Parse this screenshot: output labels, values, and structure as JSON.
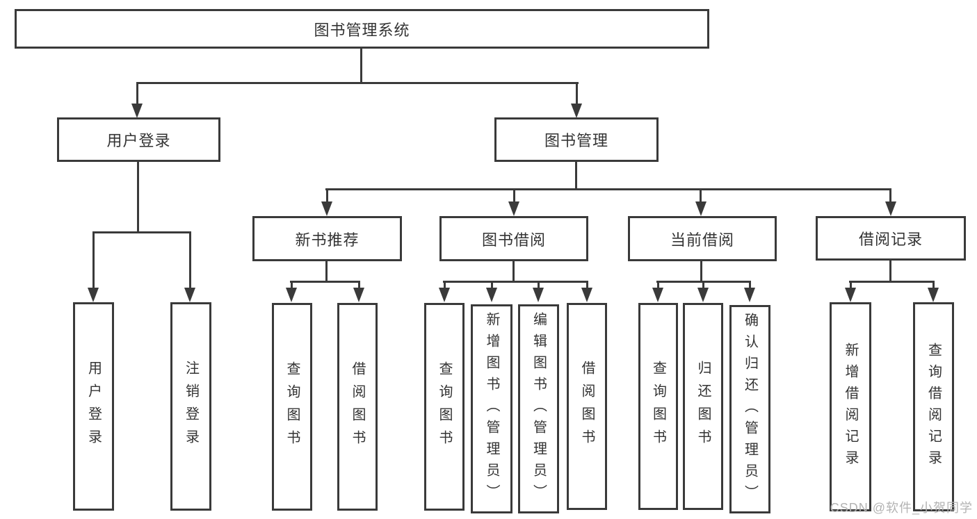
{
  "watermark": "CSDN @软件_小贺同学",
  "colors": {
    "line": "#3a3a3a",
    "text": "#333333",
    "background": "#ffffff",
    "watermark": "#b3b3b3"
  },
  "chart_type": "hierarchy-diagram",
  "tree": {
    "label": "图书管理系统",
    "children": [
      {
        "label": "用户登录",
        "children": [
          {
            "label": "用户登录"
          },
          {
            "label": "注销登录"
          }
        ]
      },
      {
        "label": "图书管理",
        "children": [
          {
            "label": "新书推荐",
            "children": [
              {
                "label": "查询图书"
              },
              {
                "label": "借阅图书"
              }
            ]
          },
          {
            "label": "图书借阅",
            "children": [
              {
                "label": "查询图书"
              },
              {
                "label": "新增图书（管理员）"
              },
              {
                "label": "编辑图书（管理员）"
              },
              {
                "label": "借阅图书"
              }
            ]
          },
          {
            "label": "当前借阅",
            "children": [
              {
                "label": "查询图书"
              },
              {
                "label": "归还图书"
              },
              {
                "label": "确认归还（管理员）"
              }
            ]
          },
          {
            "label": "借阅记录",
            "children": [
              {
                "label": "新增借阅记录"
              },
              {
                "label": "查询借阅记录"
              }
            ]
          }
        ]
      }
    ]
  }
}
